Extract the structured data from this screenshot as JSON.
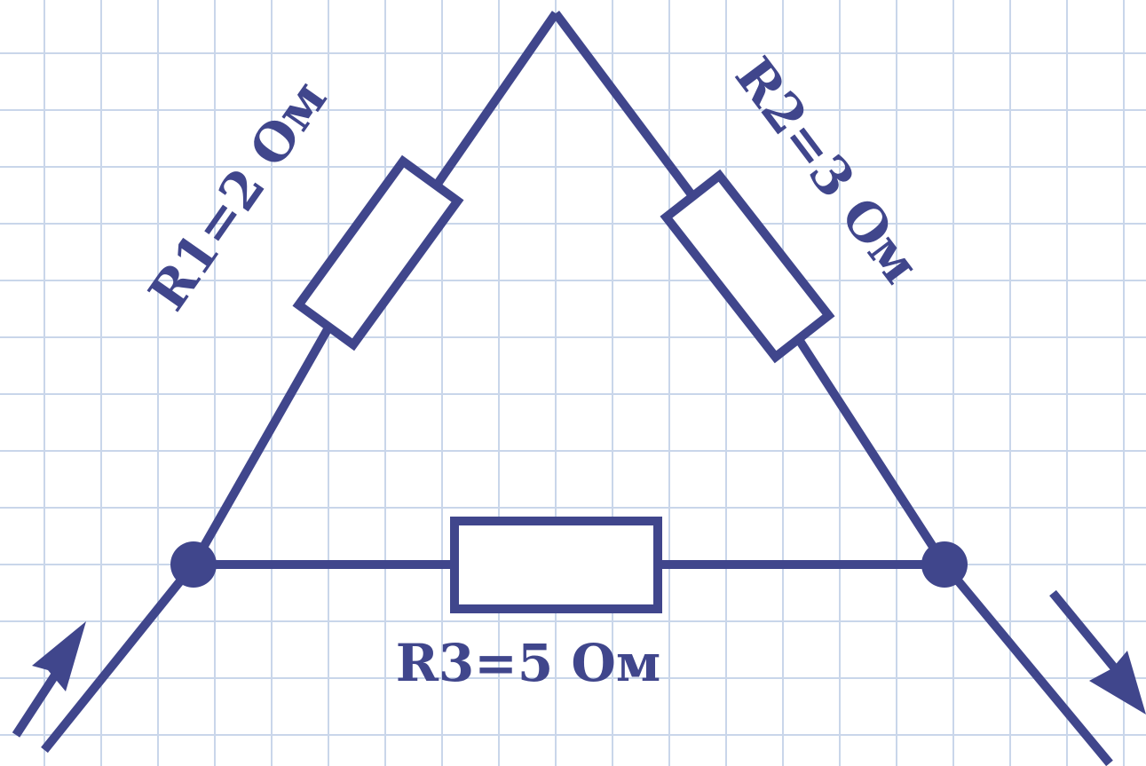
{
  "colors": {
    "background": "#ffffff",
    "grid": "#c9d6ea",
    "wire": "#40468c",
    "resistor_fill": "#ffffff"
  },
  "resistors": {
    "r1": {
      "label": "R1=2 Ом"
    },
    "r2": {
      "label": "R2=3 Ом"
    },
    "r3": {
      "label": "R3=5 Ом"
    }
  },
  "icons": {
    "current_in": "arrow-up-right-icon",
    "current_out": "arrow-down-right-icon",
    "node": "node-dot-icon"
  }
}
